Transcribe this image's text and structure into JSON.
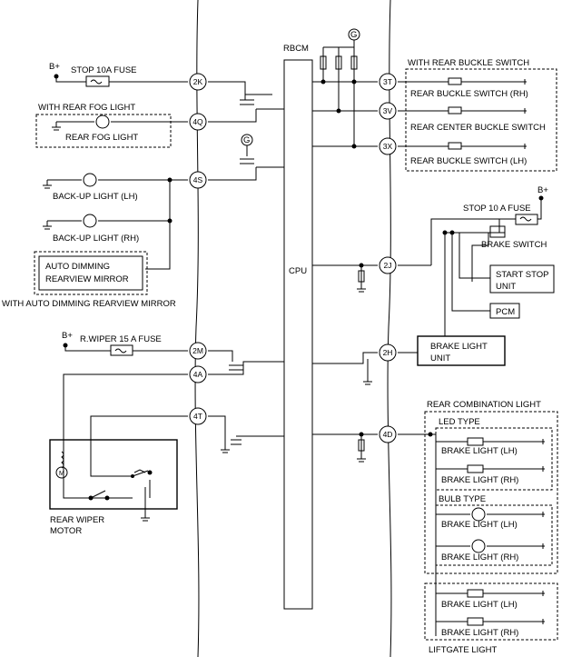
{
  "module": {
    "name": "RBCM",
    "cpu": "CPU",
    "ground_symbol": "G"
  },
  "power": "B+",
  "connectors": {
    "c2K": "2K",
    "c4Q": "4Q",
    "c4S": "4S",
    "c2M": "2M",
    "c4A": "4A",
    "c4T": "4T",
    "c3T": "3T",
    "c3V": "3V",
    "c3X": "3X",
    "c2J": "2J",
    "c2H": "2H",
    "c4D": "4D"
  },
  "left": {
    "stop_fuse": "STOP 10A  FUSE",
    "fog_group": "WITH REAR FOG LIGHT",
    "fog_light": "REAR FOG LIGHT",
    "backup_lh": "BACK-UP LIGHT (LH)",
    "backup_rh": "BACK-UP LIGHT (RH)",
    "mirror_line1": "AUTO DIMMING",
    "mirror_line2": "REARVIEW MIRROR",
    "mirror_group": "WITH AUTO DIMMING REARVIEW MIRROR",
    "wiper_fuse": "R.WIPER 15 A FUSE",
    "wiper_motor_line1": "REAR WIPER",
    "wiper_motor_line2": "MOTOR"
  },
  "right": {
    "buckle_group": "WITH REAR BUCKLE SWITCH",
    "buckle_rh": "REAR BUCKLE SWITCH (RH)",
    "buckle_center": "REAR CENTER BUCKLE SWITCH",
    "buckle_lh": "REAR BUCKLE SWITCH (LH)",
    "stop_fuse": "STOP 10 A FUSE",
    "brake_switch": "BRAKE SWITCH",
    "start_stop_line1": "START STOP",
    "start_stop_line2": "UNIT",
    "pcm": "PCM",
    "brake_unit_line1": "BRAKE LIGHT",
    "brake_unit_line2": "UNIT",
    "rear_combo": "REAR COMBINATION LIGHT",
    "led_type": "LED TYPE",
    "bulb_type": "BULB TYPE",
    "brake_lh": "BRAKE LIGHT (LH)",
    "brake_rh": "BRAKE LIGHT (RH)",
    "liftgate": "LIFTGATE LIGHT"
  }
}
